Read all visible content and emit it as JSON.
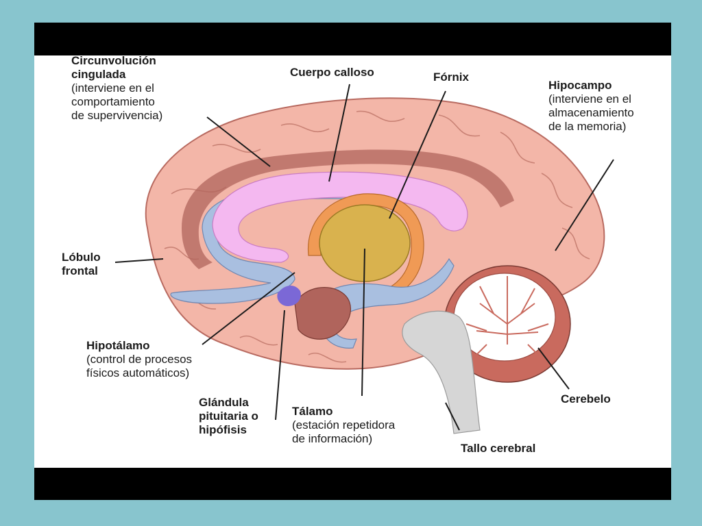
{
  "colors": {
    "background": "#88c5ce",
    "frame": "#ffffff",
    "bars": "#000000",
    "cortex": "#f3b6a8",
    "cortex_outline": "#b86a60",
    "corpus_callosum": "#f4b8f0",
    "ventricle": "#a9bfe0",
    "thalamus": "#d9b24e",
    "fornix": "#f09a55",
    "cerebellum": "#c96a5e",
    "brainstem": "#d6d6d6"
  },
  "labels": {
    "cingulate": {
      "title": [
        "Circunvolución",
        "cingulada"
      ],
      "desc": [
        "(interviene en el",
        "comportamiento",
        "de supervivencia)"
      ]
    },
    "corpus_callosum": {
      "title": [
        "Cuerpo calloso"
      ],
      "desc": []
    },
    "fornix": {
      "title": [
        "Fórnix"
      ],
      "desc": []
    },
    "hippocampus": {
      "title": [
        "Hipocampo"
      ],
      "desc": [
        "(interviene en el",
        "almacenamiento",
        "de la memoria)"
      ]
    },
    "frontal_lobe": {
      "title": [
        "Lóbulo",
        "frontal"
      ],
      "desc": []
    },
    "hypothalamus": {
      "title": [
        "Hipotálamo"
      ],
      "desc": [
        "(control de procesos",
        "físicos automáticos)"
      ]
    },
    "pituitary": {
      "title": [
        "Glándula",
        "pituitaria o",
        "hipófisis"
      ],
      "desc": []
    },
    "thalamus": {
      "title": [
        "Tálamo"
      ],
      "desc": [
        "(estación repetidora",
        "de información)"
      ]
    },
    "brainstem": {
      "title": [
        "Tallo cerebral"
      ],
      "desc": []
    },
    "cerebellum": {
      "title": [
        "Cerebelo"
      ],
      "desc": []
    }
  }
}
